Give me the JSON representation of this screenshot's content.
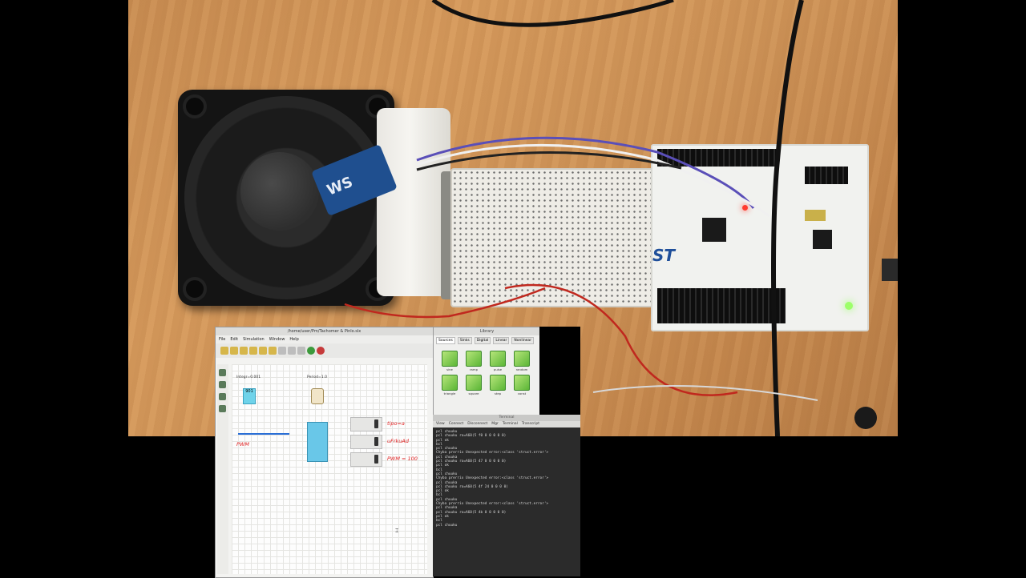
{
  "app_window": {
    "title": "/home/user/Pm/Tachomer & Pinlo.slx",
    "menu": [
      "File",
      "Edit",
      "Simulation",
      "Window",
      "Help"
    ],
    "blocks": {
      "left_block_label": "Integr=0.001",
      "left_block_text": "901",
      "clock_label": "Period=1.0",
      "display_1_text": "tipo=a",
      "display_2_text": "uFrkuAd",
      "display_3_text": "PWM = 100",
      "input_label": "PWM"
    }
  },
  "library_window": {
    "title": "Library",
    "tabs": [
      "Sources",
      "Sinks",
      "Digital",
      "Linear",
      "Nonlinear"
    ],
    "items": [
      "sine",
      "ramp",
      "pulse",
      "random",
      "triangle",
      "square",
      "step",
      "const"
    ]
  },
  "terminal": {
    "title": "Terminal",
    "menu": [
      "View",
      "Connect",
      "Disconnect",
      "Mgr",
      "Terminal",
      "Transcript"
    ],
    "lines": [
      "pcl chuuku",
      "pcl chuuku ro=A60(5 f0 0 0 0 0 0)",
      "pcl ok",
      "bcl",
      "pcl chuuku",
      "Chyba prerrix Unexpected error:<class 'struct.error'>",
      "pcl chuuka",
      "pcl chuuku ro=A60(5 47 0 0 0 0 0)",
      "pcl ok",
      "bcl",
      "pcl chuuku",
      "Chyba prerrix Unexpected error:<class 'struct.error'>",
      "pcl chuuka",
      "pcl chuuku ro=A60(5 4f 24 0 0 0 0)",
      "pcl ok",
      "bcl",
      "pcl chuuku",
      "Chyba prerrix Unexpected error:<class 'struct.error'>",
      "pcl chuuka",
      "pcl chuuku ro=A60(5 4b 0 0 0 0 0)",
      "pcl ok",
      "bcl",
      "pcl chuuku"
    ]
  },
  "photo": {
    "sensor_logo": "WS",
    "board_logo": "ST"
  }
}
